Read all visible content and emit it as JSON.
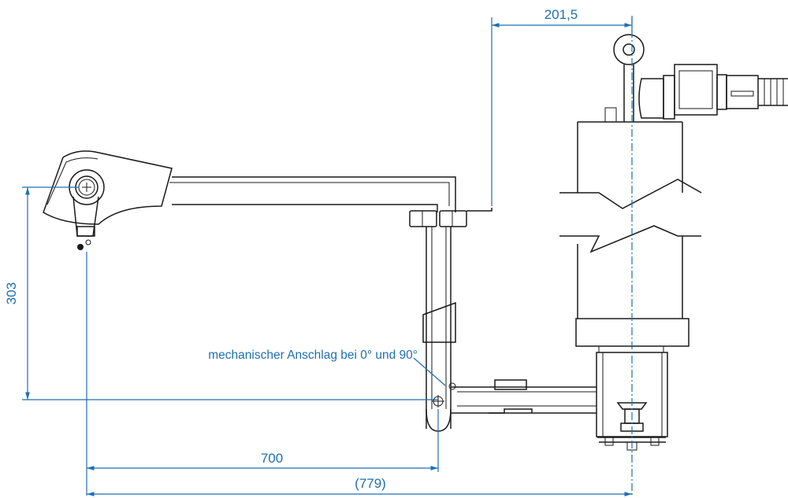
{
  "dimensions": {
    "top_offset": "201,5",
    "height": "303",
    "reach": "700",
    "overall_reach": "(779)"
  },
  "annotation": {
    "stop_note": "mechanischer Anschlag bei 0° und 90°"
  },
  "colors": {
    "dimension": "#1f6fb2",
    "outline": "#1a1a1a",
    "background": "#ffffff"
  }
}
